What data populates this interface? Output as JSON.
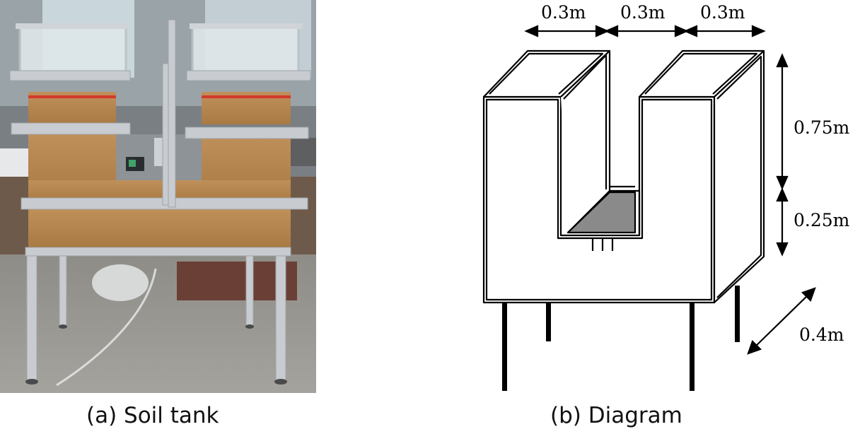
{
  "captions": {
    "a": "(a) Soil tank",
    "b": "(b) Diagram"
  },
  "diagram": {
    "dimensions": {
      "width_left": "0.3m",
      "width_middle": "0.3m",
      "width_right": "0.3m",
      "height_upper": "0.75m",
      "height_lower": "0.25m",
      "depth": "0.4m"
    }
  },
  "colors": {
    "soil": "#b8864d",
    "aluminum_frame": "#c8ccd0",
    "diagram_stroke": "#000000",
    "diagram_floor": "#8a8a8a"
  }
}
